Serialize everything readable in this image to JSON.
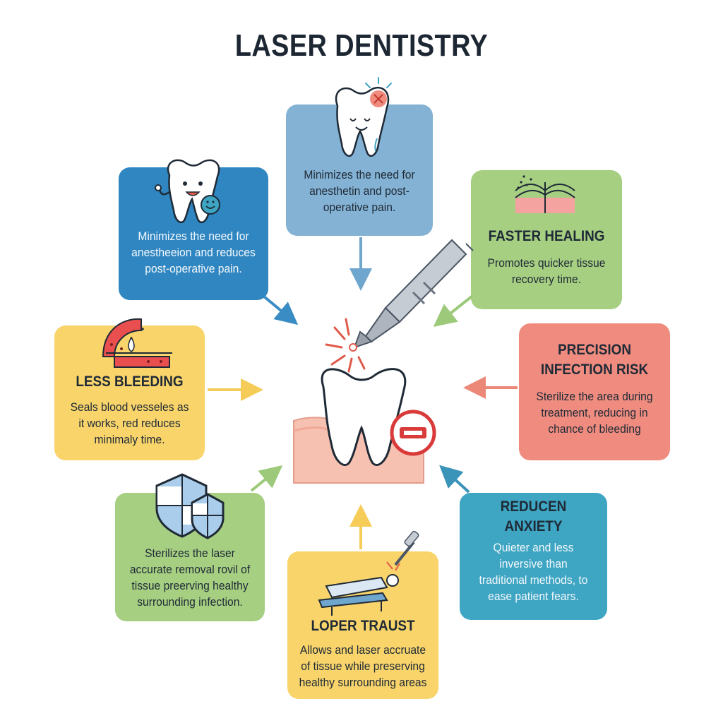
{
  "title": "LASER DENTISTRY",
  "colors": {
    "blue_dark": "#2f86c1",
    "blue_light": "#84b2d4",
    "green": "#a6cf82",
    "yellow": "#f8d46b",
    "salmon": "#ef8c7f",
    "teal": "#3ea5c3",
    "ink": "#1d2733"
  },
  "cards": {
    "top": {
      "body": "Minimizes the need for anesthetin and post-operative pain."
    },
    "top_left": {
      "body": "Minimizes the need for anestheeion and reduces post-operative pain."
    },
    "top_right": {
      "heading": "FASTER HEALING",
      "body": "Promotes quicker tissue recovery time."
    },
    "left": {
      "heading": "LESS BLEEDING",
      "body": "Seals blood vesseles as it works, red reduces minimaly time."
    },
    "right": {
      "heading": "PRECISION INFECTION RISK",
      "body": "Sterilize the area during treatment, reducing in chance of bleeding"
    },
    "bottom_left": {
      "body": "Sterilizes the laser accurate removal rovil of tissue preerving healthy surrounding infection."
    },
    "bottom_right": {
      "heading": "REDUCEN ANXIETY",
      "body": "Quieter and less inversive than traditional methods, to ease patient fears."
    },
    "bottom": {
      "heading": "LOPER TRAUST",
      "body": "Allows and laser accruate of tissue while preserving healthy surrounding areas"
    }
  },
  "icons": {
    "top": "sensitive-tooth-icon",
    "top_left": "happy-tooth-icon",
    "top_right": "tissue-healing-icon",
    "left": "blood-vessel-icon",
    "bottom_left": "shield-icon",
    "bottom": "patient-chair-icon",
    "center": "tooth-with-gum-icon",
    "tool": "laser-handpiece-icon",
    "badge": "no-entry-icon"
  }
}
